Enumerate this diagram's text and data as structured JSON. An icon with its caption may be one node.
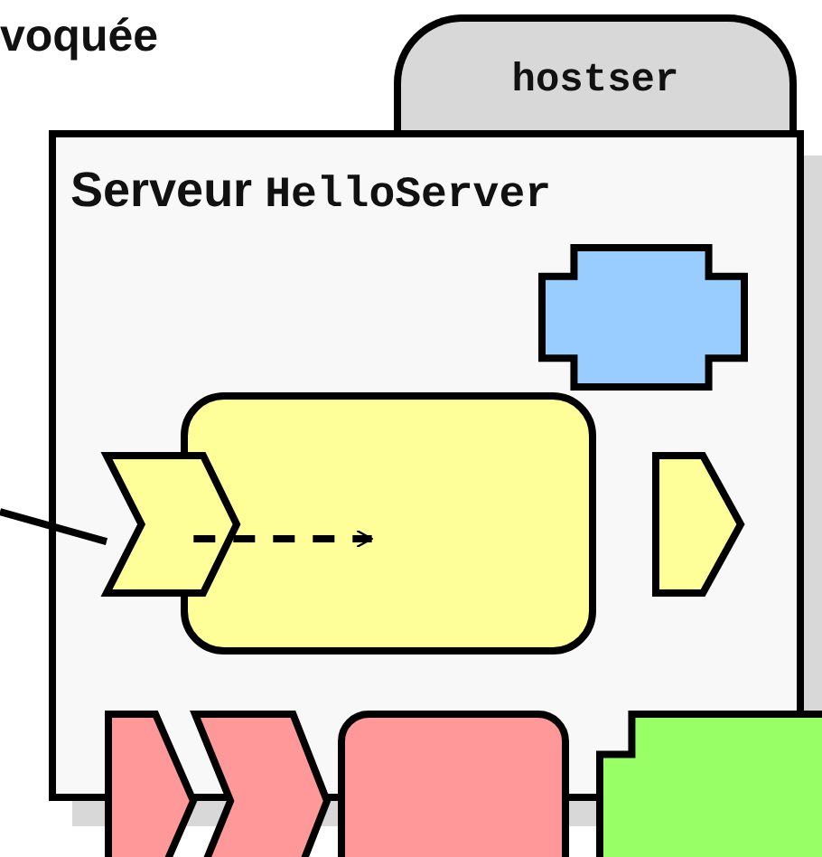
{
  "diagram": {
    "nodes": [
      {
        "text": [
          "hostser"
        ]
      },
      {
        "text": [
          "Serveur",
          "HelloServer"
        ]
      },
      {
        "text": [],
        "shape": "cross",
        "in": 1
      },
      {
        "text": [],
        "shape": "box",
        "in": 1
      },
      {
        "text": [],
        "shape": "chevron",
        "in": 1
      },
      {
        "text": [],
        "shape": "pentagon",
        "in": 1
      },
      {
        "text": [],
        "shape": "pentagon"
      },
      {
        "text": [],
        "shape": "chevron"
      },
      {
        "text": [],
        "shape": "box"
      },
      {
        "text": [],
        "shape": "cross"
      }
    ],
    "edges": [
      {
        "from": null,
        "to": 4,
        "arrow": "none"
      },
      {
        "from": 4,
        "to": 3,
        "arrow": "to",
        "style": "dashed"
      }
    ],
    "labels": [
      "voquée"
    ]
  }
}
